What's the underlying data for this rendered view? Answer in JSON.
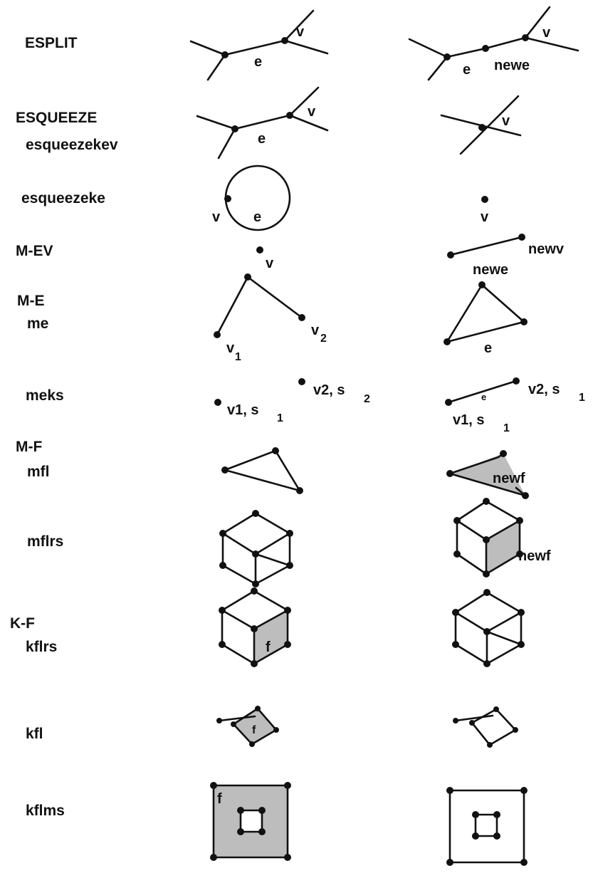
{
  "rows": [
    {
      "labels": [
        "ESPLIT"
      ]
    },
    {
      "labels": [
        "ESQUEEZE",
        "esqueezekev"
      ]
    },
    {
      "labels": [
        "esqueezeke"
      ]
    },
    {
      "labels": [
        "M-EV"
      ]
    },
    {
      "labels": [
        "M-E",
        "me"
      ]
    },
    {
      "labels": [
        "meks"
      ]
    },
    {
      "labels": [
        "M-F",
        "mfl"
      ]
    },
    {
      "labels": [
        "mflrs"
      ]
    },
    {
      "labels": [
        "K-F",
        "kflrs"
      ]
    },
    {
      "labels": [
        "kfl"
      ]
    },
    {
      "labels": [
        "kflms"
      ]
    }
  ],
  "marks": {
    "v": "v",
    "e": "e",
    "newe": "newe",
    "newv": "newv",
    "newf": "newf",
    "f": "f",
    "v1": "v1",
    "v2": "v2",
    "meks_v1_s1": "v1, s",
    "meks_v2_s2": "v2, s",
    "sub1": "1",
    "sub2": "2"
  },
  "colors": {
    "ink": "#111111",
    "shade": "#bdbdbd",
    "background": "#ffffff"
  }
}
